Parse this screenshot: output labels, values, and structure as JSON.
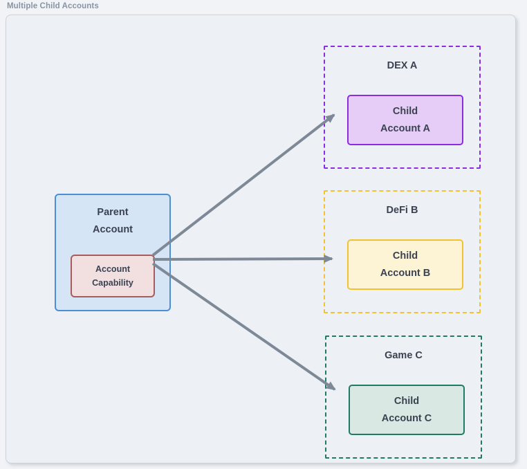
{
  "page": {
    "title": "Multiple Child Accounts"
  },
  "colors": {
    "arrow": "#7d8997",
    "parent_border": "#4a8fd6",
    "parent_fill": "#d5e5f6",
    "capability_border": "#a65c5c",
    "capability_fill": "#f2dfdf"
  },
  "parent": {
    "label_lines": [
      "Parent",
      "Account"
    ],
    "capability_lines": [
      "Account",
      "Capability"
    ]
  },
  "groups": [
    {
      "label": "DEX A",
      "child_lines": [
        "Child",
        "Account A"
      ],
      "border_color": "#8b2be2",
      "fill_color": "#e6cdf7"
    },
    {
      "label": "DeFi B",
      "child_lines": [
        "Child",
        "Account B"
      ],
      "border_color": "#f2c230",
      "fill_color": "#fdf4d6"
    },
    {
      "label": "Game C",
      "child_lines": [
        "Child",
        "Account C"
      ],
      "border_color": "#1f7a63",
      "fill_color": "#d9e8e2"
    }
  ]
}
